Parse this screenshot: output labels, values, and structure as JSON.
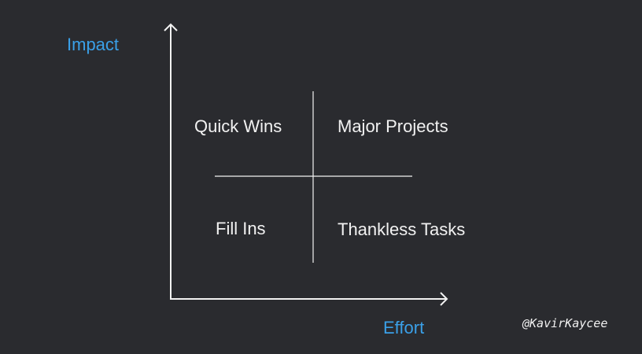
{
  "axes": {
    "y_label": "Impact",
    "x_label": "Effort"
  },
  "quadrants": {
    "top_left": "Quick Wins",
    "top_right": "Major Projects",
    "bottom_left": "Fill Ins",
    "bottom_right": "Thankless Tasks"
  },
  "credit": "@KavirKaycee",
  "colors": {
    "background": "#2a2b2f",
    "axis_label": "#3aa0e8",
    "text": "#f2f2f2",
    "lines": "#f2f2f2"
  }
}
